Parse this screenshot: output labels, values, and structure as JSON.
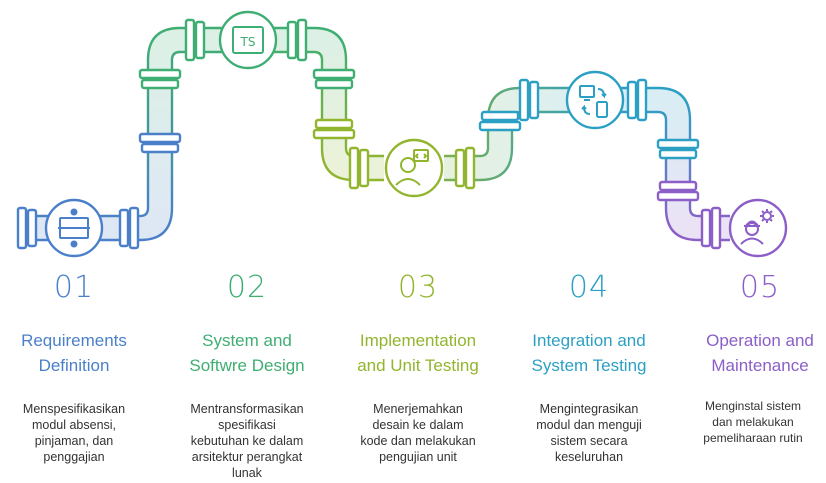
{
  "stages": [
    {
      "number": "01",
      "title": "Requirements\nDefinition",
      "description": "Menspesifikasikan\nmodul absensi,\npinjaman, dan\npenggajian",
      "icon": "divide-icon",
      "color": "#4a7fc9"
    },
    {
      "number": "02",
      "title": "System and\nSoftwre Design",
      "description": "Mentransformasikan\nspesifikasi\nkebutuhan ke dalam\narsitektur perangkat\nlunak",
      "icon": "typescript-icon",
      "color": "#3fae72"
    },
    {
      "number": "03",
      "title": "Implementation\nand Unit Testing",
      "description": "Menerjemahkan\ndesain ke dalam\nkode dan melakukan\npengujian unit",
      "icon": "developer-icon",
      "color": "#92b52e"
    },
    {
      "number": "04",
      "title": "Integration and\nSystem Testing",
      "description": "Mengintegrasikan\nmodul dan menguji\nsistem secara\nkeseluruhan",
      "icon": "device-sync-icon",
      "color": "#2ca0c4"
    },
    {
      "number": "05",
      "title": "Operation and\nMaintenance",
      "description": "Menginstal sistem\ndan melakukan\npemeliharaan rutin",
      "icon": "engineer-gear-icon",
      "color": "#8b5fc7"
    }
  ],
  "ts_label": "TS"
}
